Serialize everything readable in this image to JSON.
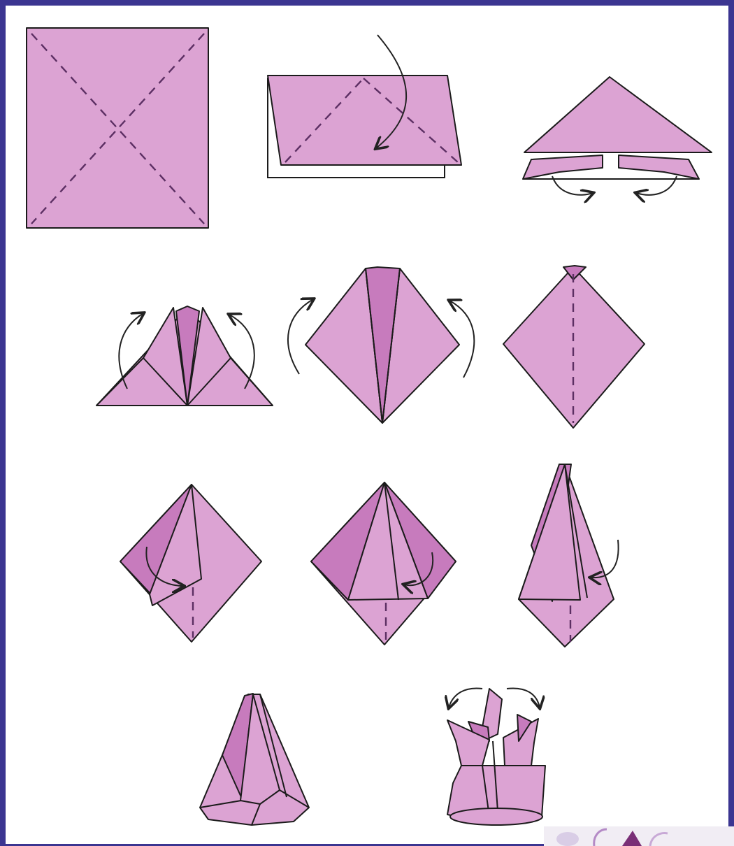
{
  "diagram": {
    "frame_color": "#3b3591",
    "paper_color": "#dca3d3",
    "paper_shade_color": "#c77bbd",
    "steps": [
      {
        "id": 1,
        "depicts": "square-with-diagonal-creases"
      },
      {
        "id": 2,
        "depicts": "fold-in-half-arrow"
      },
      {
        "id": 3,
        "depicts": "triangle-with-squash-arrows"
      },
      {
        "id": 4,
        "depicts": "flaps-folded-up"
      },
      {
        "id": 5,
        "depicts": "diamond-flaps-turned"
      },
      {
        "id": 6,
        "depicts": "diamond-center-crease"
      },
      {
        "id": 7,
        "depicts": "left-flap-tuck"
      },
      {
        "id": 8,
        "depicts": "right-flap-tuck"
      },
      {
        "id": 9,
        "depicts": "narrow-base-tuck"
      },
      {
        "id": 10,
        "depicts": "closed-bud"
      },
      {
        "id": 11,
        "depicts": "open-petals-tulip"
      }
    ]
  }
}
